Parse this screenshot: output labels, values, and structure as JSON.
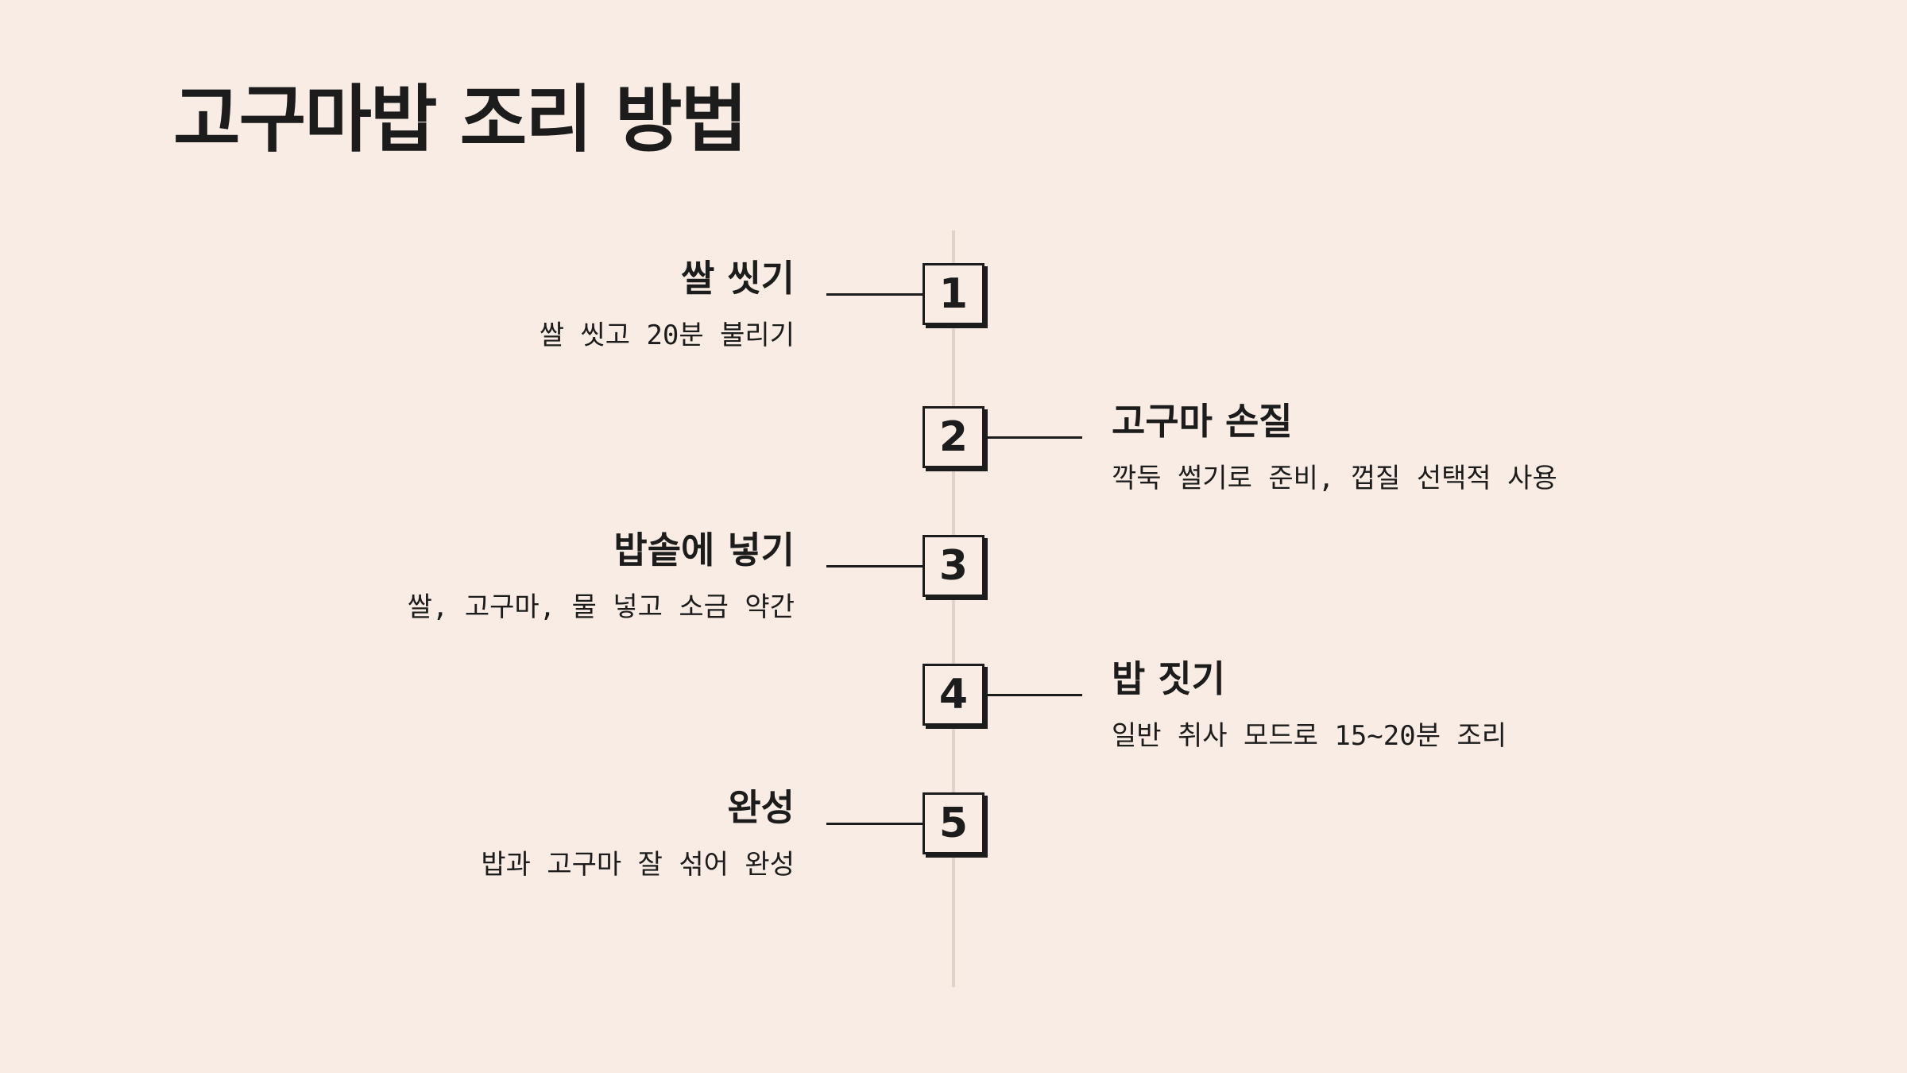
{
  "title": "고구마밥 조리 방법",
  "steps": [
    {
      "number": "1",
      "title": "쌀 씻기",
      "description": "쌀 씻고 20분 불리기",
      "side": "left"
    },
    {
      "number": "2",
      "title": "고구마 손질",
      "description": "깍둑 썰기로 준비, 껍질 선택적 사용",
      "side": "right"
    },
    {
      "number": "3",
      "title": "밥솥에 넣기",
      "description": "쌀, 고구마, 물 넣고 소금 약간",
      "side": "left"
    },
    {
      "number": "4",
      "title": "밥 짓기",
      "description": "일반 취사 모드로 15~20분 조리",
      "side": "right"
    },
    {
      "number": "5",
      "title": "완성",
      "description": "밥과 고구마 잘 섞어 완성",
      "side": "left"
    }
  ],
  "colors": {
    "background": "#f9ece4",
    "ink": "#1c1c1c",
    "timeline": "#e2d3c9"
  }
}
